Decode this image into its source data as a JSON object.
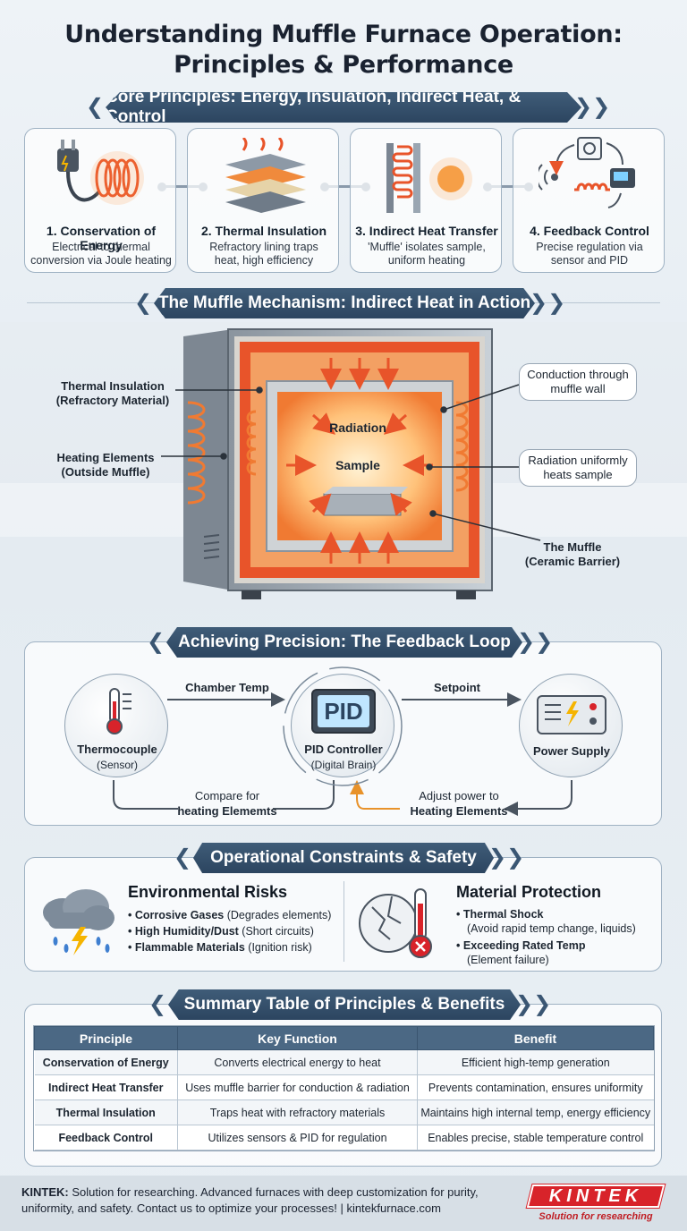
{
  "title_line1": "Understanding Muffle Furnace Operation:",
  "title_line2": "Principles & Performance",
  "section1": {
    "banner": "Core Principles: Energy, Insulation, Indirect Heat, & Control",
    "cards": [
      {
        "title": "1. Conservation of Energy",
        "line1": "Electrical to thermal",
        "line2": "conversion via Joule heating"
      },
      {
        "title": "2. Thermal Insulation",
        "line1": "Refractory lining traps",
        "line2": "heat, high efficiency"
      },
      {
        "title": "3. Indirect Heat Transfer",
        "line1": "'Muffle' isolates sample,",
        "line2": "uniform heating"
      },
      {
        "title": "4. Feedback Control",
        "line1": "Precise regulation via",
        "line2": "sensor and PID"
      }
    ]
  },
  "section2": {
    "banner": "The Muffle Mechanism: Indirect Heat in Action",
    "insulation_l1": "Thermal Insulation",
    "insulation_l2": "(Refractory Material)",
    "heating_l1": "Heating Elements",
    "heating_l2": "(Outside Muffle)",
    "conduction_l1": "Conduction through",
    "conduction_l2": "muffle wall",
    "radiation_l1": "Radiation uniformly",
    "radiation_l2": "heats sample",
    "muffle_l1": "The Muffle",
    "muffle_l2": "(Ceramic Barrier)",
    "inner_radiation": "Radiation",
    "inner_sample": "Sample"
  },
  "section3": {
    "banner": "Achieving Precision: The Feedback Loop",
    "thermo_title": "Thermocouple",
    "thermo_sub": "(Sensor)",
    "pid_screen": "PID",
    "pid_title": "PID Controller",
    "pid_sub": "(Digital Brain)",
    "power_title": "Power Supply",
    "chamber_temp": "Chamber Temp",
    "setpoint": "Setpoint",
    "compare_l1": "Compare for",
    "compare_l2": "heating Elememts",
    "adjust_l1": "Adjust power to",
    "adjust_l2": "Heating Elements"
  },
  "section4": {
    "banner": "Operational Constraints & Safety",
    "env_title": "Environmental Risks",
    "env_items": [
      {
        "bold": "Corrosive Gases",
        "rest": " (Degrades elements)"
      },
      {
        "bold": "High Humidity/Dust",
        "rest": " (Short circuits)"
      },
      {
        "bold": "Flammable Materials",
        "rest": " (Ignition risk)"
      }
    ],
    "mat_title": "Material Protection",
    "mat_items": [
      {
        "bold": "Thermal Shock",
        "rest": "(Avoid rapid temp change, liquids)"
      },
      {
        "bold": "Exceeding Rated Temp",
        "rest": "(Element failure)"
      }
    ]
  },
  "section5": {
    "banner": "Summary Table of Principles & Benefits",
    "headers": [
      "Principle",
      "Key Function",
      "Benefit"
    ],
    "rows": [
      [
        "Conservation of Energy",
        "Converts electrical energy to heat",
        "Efficient high-temp generation"
      ],
      [
        "Indirect Heat Transfer",
        "Uses muffle barrier for conduction & radiation",
        "Prevents contamination, ensures uniformity"
      ],
      [
        "Thermal Insulation",
        "Traps heat with refractory materials",
        "Maintains high internal temp, energy efficiency"
      ],
      [
        "Feedback Control",
        "Utilizes sensors & PID for regulation",
        "Enables precise, stable temperature control"
      ]
    ]
  },
  "footer": {
    "brand": "KINTEK:",
    "line1": " Solution for researching. Advanced furnaces with deep customization for purity,",
    "line2": "uniformity, and safety. Contact us to optimize your processes! | kintekfurnace.com",
    "logo": "KINTEK",
    "tagline": "Solution for researching"
  },
  "colors": {
    "banner": "#2c4560",
    "heat": "#e8542a",
    "accent_red": "#d8232a"
  }
}
